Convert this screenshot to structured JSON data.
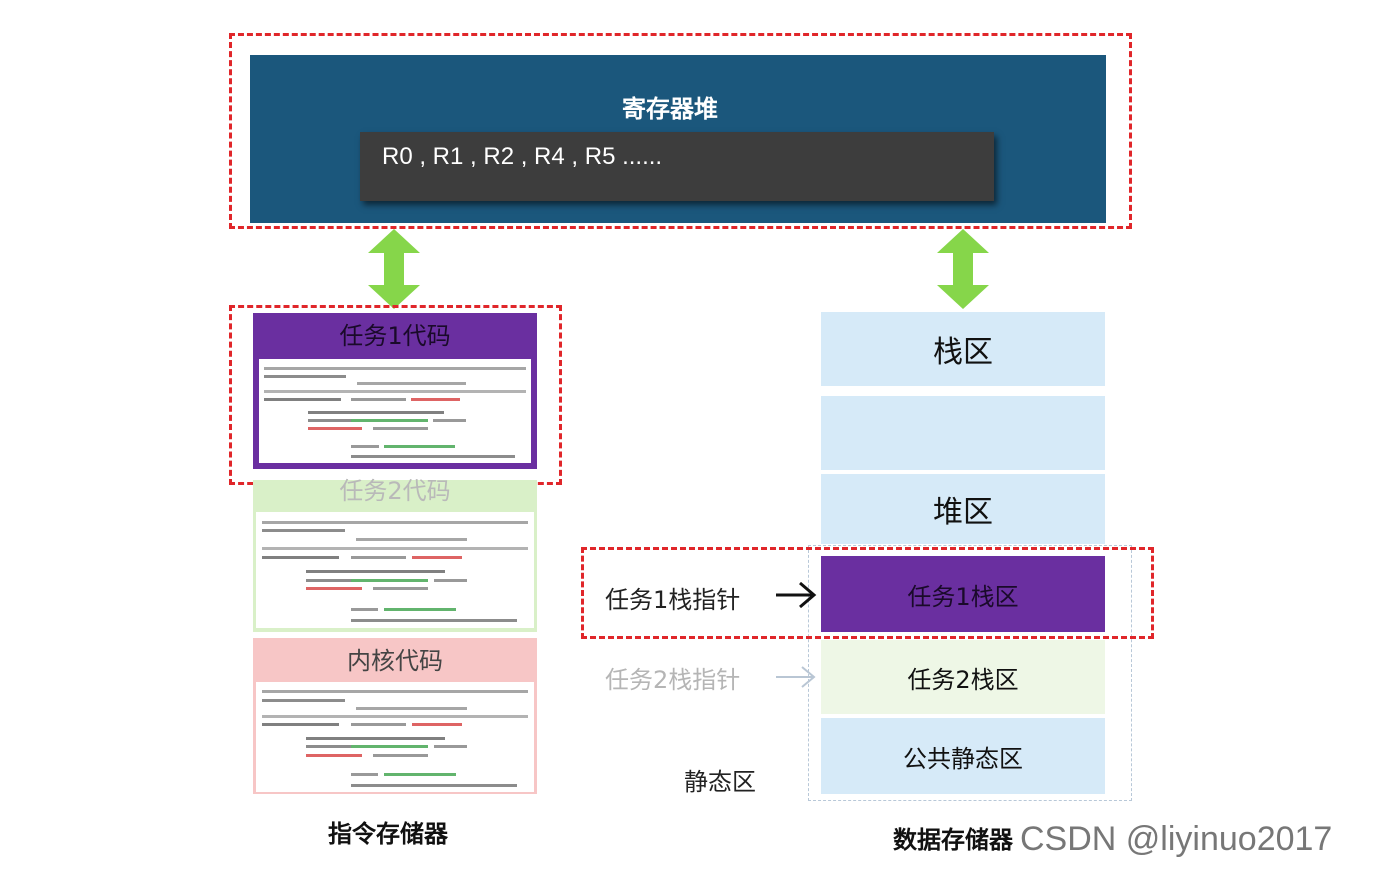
{
  "register_file": {
    "title": "寄存器堆",
    "registers": "R0 , R1 , R2 , R4 , R5 ......"
  },
  "instruction_memory": {
    "label": "指令存储器",
    "blocks": [
      {
        "title": "任务1代码"
      },
      {
        "title": "任务2代码"
      },
      {
        "title": "内核代码"
      }
    ]
  },
  "data_memory": {
    "label": "数据存储器",
    "stack_area": "栈区",
    "heap_area": "堆区",
    "task1_stack": "任务1栈区",
    "task2_stack": "任务2栈区",
    "public_static": "公共静态区",
    "static_area": "静态区",
    "task1_sp": "任务1栈指针",
    "task2_sp": "任务2栈指针"
  },
  "watermark": "CSDN @liyinuo2017",
  "colors": {
    "register_bg": "#1b577c",
    "register_list_bg": "#3d3d3d",
    "highlight_dash": "#e0262a",
    "arrow_green": "#86d64a",
    "task1_purple": "#6a2fa0",
    "task2_green": "#d9f0c8",
    "kernel_pink": "#f7c6c6",
    "memory_blue": "#d6eaf8"
  }
}
